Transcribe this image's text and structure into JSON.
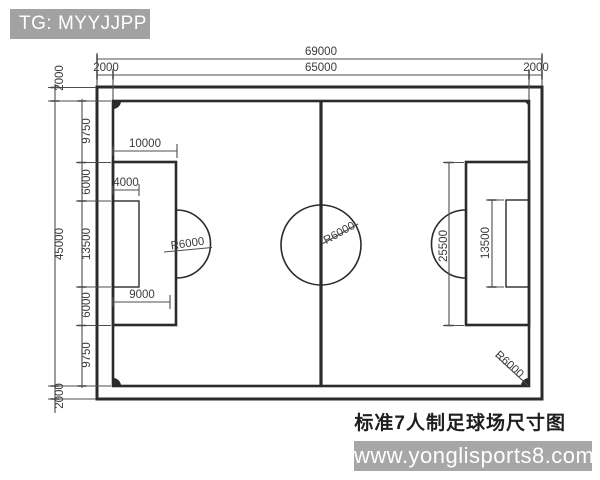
{
  "badge": {
    "label": "TG: MYYJJPP"
  },
  "caption": {
    "title": "标准7人制足球场尺寸图"
  },
  "footer": {
    "url": "www.yonglisports8.com"
  },
  "colors": {
    "badge_bg": "#a2a2a2",
    "footer_bg": "#a7a7a7",
    "main_line": "#2b2b2b",
    "dim_line": "#4d4d4d",
    "dim_text": "#3b3b3b",
    "background": "#ffffff"
  },
  "drawing": {
    "overall": {
      "total_width": "69000",
      "field_width": "65000",
      "margin": "2000",
      "field_height": "45000"
    },
    "left_chain": [
      "9750",
      "6000",
      "13500",
      "6000",
      "9750"
    ],
    "left_area": {
      "penalty_depth": "10000",
      "goal_depth": "4000",
      "goal_front": "9000",
      "arc_radius": "R6000"
    },
    "center": {
      "circle_radius": "R6000"
    },
    "right_area": {
      "penalty_width": "25500",
      "goal_width": "13500",
      "corner_radius": "R6000"
    }
  }
}
